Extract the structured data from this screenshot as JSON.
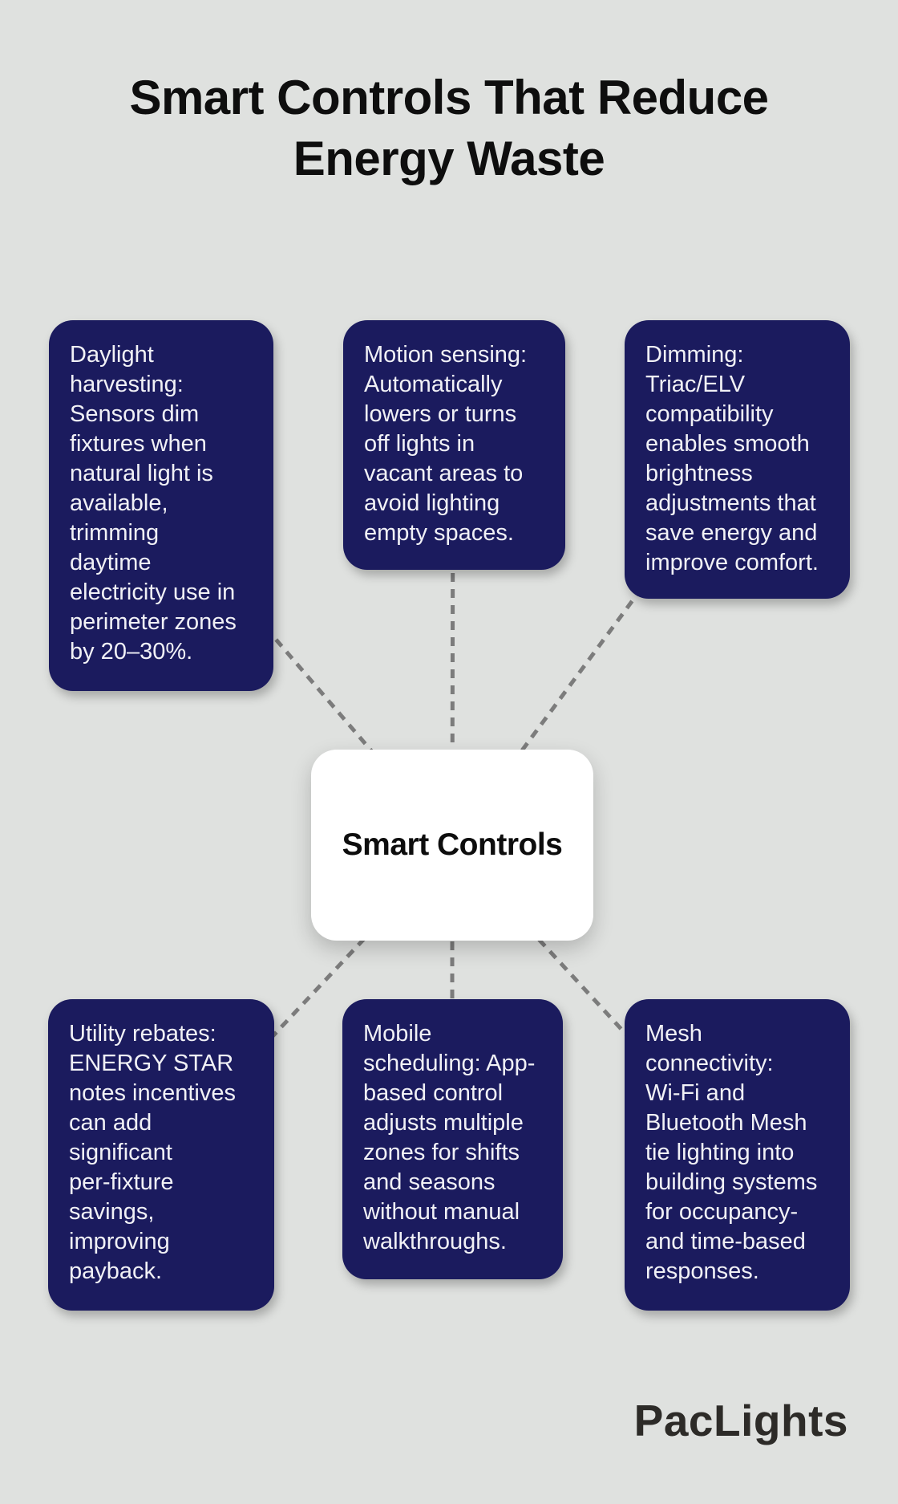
{
  "title": "Smart Controls That Reduce\nEnergy Waste",
  "center_node": {
    "label": "Smart Controls"
  },
  "nodes": [
    {
      "text": "Daylight\nharvesting:\nSensors dim\nfixtures when\nnatural light is\navailable,\ntrimming\ndaytime\nelectricity use in\nperimeter zones\nby 20–30%."
    },
    {
      "text": "Motion sensing:\nAutomatically\nlowers or turns\noff lights in\nvacant areas to\navoid lighting\nempty spaces."
    },
    {
      "text": "Dimming:\nTriac/ELV\ncompatibility\nenables smooth\nbrightness\nadjustments that\nsave energy and\nimprove comfort."
    },
    {
      "text": "Utility rebates:\nENERGY STAR\nnotes incentives\ncan add\nsignificant\nper-fixture\nsavings,\nimproving\npayback."
    },
    {
      "text": "Mobile\nscheduling: App-\nbased control\nadjusts multiple\nzones for shifts\nand seasons\nwithout manual\nwalkthroughs."
    },
    {
      "text": "Mesh\nconnectivity:\nWi-Fi and\nBluetooth Mesh\ntie lighting into\nbuilding systems\nfor occupancy-\nand time-based\nresponses."
    }
  ],
  "branding": {
    "logo_text": "PacLights"
  },
  "colors": {
    "background": "#dfe1df",
    "card_background": "#1b1b5e",
    "card_text": "#f1f1f6",
    "center_background": "#ffffff",
    "connector": "#7c7c7c",
    "title_text": "#0e0e0e",
    "logo_text": "#2d2b28"
  }
}
